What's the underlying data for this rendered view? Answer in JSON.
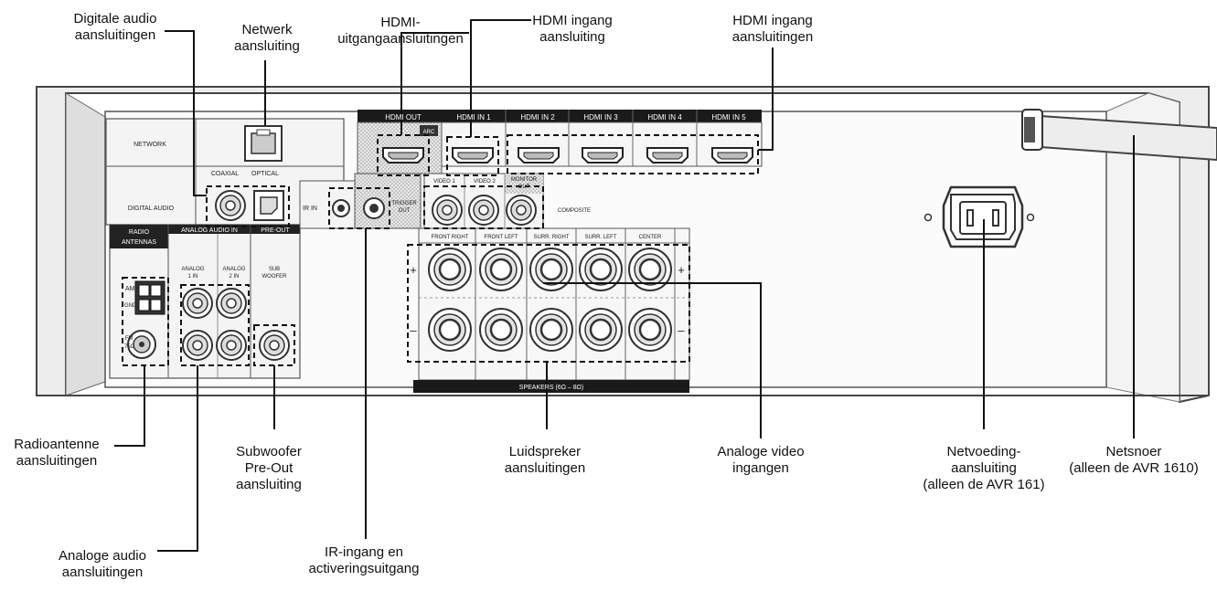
{
  "callouts": {
    "digital_audio": [
      "Digitale audio",
      "aansluitingen"
    ],
    "network": [
      "Netwerk",
      "aansluiting"
    ],
    "hdmi_out": [
      "HDMI-",
      "uitgangaansluitingen"
    ],
    "hdmi_in1": [
      "HDMI ingang",
      "aansluiting"
    ],
    "hdmi_in_multi": [
      "HDMI ingang",
      "aansluitingen"
    ],
    "radio_antenna": [
      "Radioantenne",
      "aansluitingen"
    ],
    "subwoofer": [
      "Subwoofer",
      "Pre-Out",
      "aansluiting"
    ],
    "speakers": [
      "Luidspreker",
      "aansluitingen"
    ],
    "analog_video": [
      "Analoge video",
      "ingangen"
    ],
    "power_inlet": [
      "Netvoeding-",
      "aansluiting",
      "(alleen de AVR 161)"
    ],
    "power_cord": [
      "Netsnoer",
      "(alleen de AVR 1610)"
    ],
    "analog_audio": [
      "Analoge audio",
      "aansluitingen"
    ],
    "ir": [
      "IR-ingang en",
      "activeringsuitgang"
    ]
  },
  "panel": {
    "network": "NETWORK",
    "coaxial": "COAXIAL",
    "optical": "OPTICAL",
    "digital_audio": "DIGITAL AUDIO",
    "radio_antennas": [
      "RADIO",
      "ANTENNAS"
    ],
    "analog_audio_in": "ANALOG AUDIO IN",
    "pre_out": "PRE-OUT",
    "analog1": [
      "ANALOG",
      "1 IN"
    ],
    "analog2": [
      "ANALOG",
      "2 IN"
    ],
    "sub": [
      "SUB",
      "WOOFER"
    ],
    "am": "AM",
    "gnd": "GND",
    "fm": [
      "FM",
      "75Ω"
    ],
    "ir_in": "IR IN",
    "trigger_out": [
      "TRIGGER",
      "OUT"
    ],
    "hdmi_out": "HDMI OUT",
    "arc": "ARC",
    "hdmi_in1": "HDMI IN 1",
    "hdmi_in2": "HDMI IN 2",
    "hdmi_in3": "HDMI IN 3",
    "hdmi_in4": "HDMI IN 4",
    "hdmi_in5": "HDMI IN 5",
    "video1": "VIDEO 1",
    "video2": "VIDEO 2",
    "monitor_out": [
      "MONITOR",
      "OUT"
    ],
    "composite": "COMPOSITE",
    "front_right": "FRONT RIGHT",
    "front_left": "FRONT LEFT",
    "surr_right": "SURR. RIGHT",
    "surr_left": "SURR. LEFT",
    "center": "CENTER",
    "plus": "+",
    "minus": "–",
    "speakers_bar": "SPEAKERS (6Ω – 8Ω)"
  }
}
